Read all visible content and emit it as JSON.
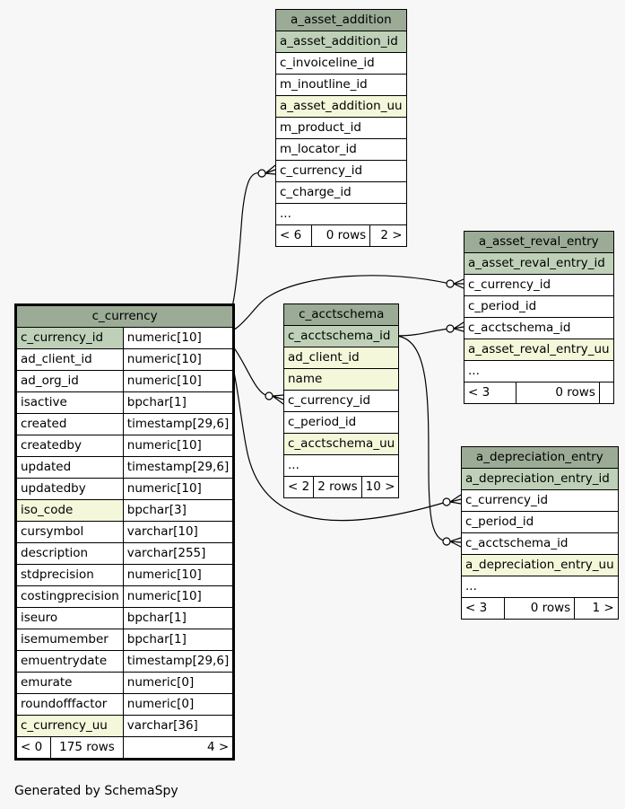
{
  "tables": {
    "a_asset_addition": {
      "name": "a_asset_addition",
      "columns": [
        {
          "name": "a_asset_addition_id",
          "kind": "pk"
        },
        {
          "name": "c_invoiceline_id",
          "kind": ""
        },
        {
          "name": "m_inoutline_id",
          "kind": ""
        },
        {
          "name": "a_asset_addition_uu",
          "kind": "idx"
        },
        {
          "name": "m_product_id",
          "kind": ""
        },
        {
          "name": "m_locator_id",
          "kind": ""
        },
        {
          "name": "c_currency_id",
          "kind": ""
        },
        {
          "name": "c_charge_id",
          "kind": ""
        },
        {
          "name": "...",
          "kind": ""
        }
      ],
      "footer": [
        "< 6",
        "0 rows",
        "2 >"
      ]
    },
    "a_asset_reval_entry": {
      "name": "a_asset_reval_entry",
      "columns": [
        {
          "name": "a_asset_reval_entry_id",
          "kind": "pk"
        },
        {
          "name": "c_currency_id",
          "kind": ""
        },
        {
          "name": "c_period_id",
          "kind": ""
        },
        {
          "name": "c_acctschema_id",
          "kind": ""
        },
        {
          "name": "a_asset_reval_entry_uu",
          "kind": "idx"
        },
        {
          "name": "...",
          "kind": ""
        }
      ],
      "footer": [
        "< 3",
        "0 rows",
        ""
      ]
    },
    "c_acctschema": {
      "name": "c_acctschema",
      "columns": [
        {
          "name": "c_acctschema_id",
          "kind": "pk"
        },
        {
          "name": "ad_client_id",
          "kind": "idx"
        },
        {
          "name": "name",
          "kind": "idx"
        },
        {
          "name": "c_currency_id",
          "kind": ""
        },
        {
          "name": "c_period_id",
          "kind": ""
        },
        {
          "name": "c_acctschema_uu",
          "kind": "idx"
        },
        {
          "name": "...",
          "kind": ""
        }
      ],
      "footer": [
        "< 2",
        "2 rows",
        "10 >"
      ]
    },
    "a_depreciation_entry": {
      "name": "a_depreciation_entry",
      "columns": [
        {
          "name": "a_depreciation_entry_id",
          "kind": "pk"
        },
        {
          "name": "c_currency_id",
          "kind": ""
        },
        {
          "name": "c_period_id",
          "kind": ""
        },
        {
          "name": "c_acctschema_id",
          "kind": ""
        },
        {
          "name": "a_depreciation_entry_uu",
          "kind": "idx"
        },
        {
          "name": "...",
          "kind": ""
        }
      ],
      "footer": [
        "< 3",
        "0 rows",
        "1 >"
      ]
    },
    "c_currency": {
      "name": "c_currency",
      "columns": [
        {
          "name": "c_currency_id",
          "type": "numeric[10]",
          "kind": "pk"
        },
        {
          "name": "ad_client_id",
          "type": "numeric[10]",
          "kind": ""
        },
        {
          "name": "ad_org_id",
          "type": "numeric[10]",
          "kind": ""
        },
        {
          "name": "isactive",
          "type": "bpchar[1]",
          "kind": ""
        },
        {
          "name": "created",
          "type": "timestamp[29,6]",
          "kind": ""
        },
        {
          "name": "createdby",
          "type": "numeric[10]",
          "kind": ""
        },
        {
          "name": "updated",
          "type": "timestamp[29,6]",
          "kind": ""
        },
        {
          "name": "updatedby",
          "type": "numeric[10]",
          "kind": ""
        },
        {
          "name": "iso_code",
          "type": "bpchar[3]",
          "kind": "idx"
        },
        {
          "name": "cursymbol",
          "type": "varchar[10]",
          "kind": ""
        },
        {
          "name": "description",
          "type": "varchar[255]",
          "kind": ""
        },
        {
          "name": "stdprecision",
          "type": "numeric[10]",
          "kind": ""
        },
        {
          "name": "costingprecision",
          "type": "numeric[10]",
          "kind": ""
        },
        {
          "name": "iseuro",
          "type": "bpchar[1]",
          "kind": ""
        },
        {
          "name": "isemumember",
          "type": "bpchar[1]",
          "kind": ""
        },
        {
          "name": "emuentrydate",
          "type": "timestamp[29,6]",
          "kind": ""
        },
        {
          "name": "emurate",
          "type": "numeric[0]",
          "kind": ""
        },
        {
          "name": "roundofffactor",
          "type": "numeric[0]",
          "kind": ""
        },
        {
          "name": "c_currency_uu",
          "type": "varchar[36]",
          "kind": "idx"
        }
      ],
      "footer": [
        "< 0",
        "175 rows",
        "4 >"
      ]
    }
  },
  "colors": {
    "header": "#9bab96",
    "primary_key": "#bed1b8",
    "indexed": "#f4f7da",
    "background": "#f7f7f7"
  },
  "footer_note": "Generated by SchemaSpy"
}
